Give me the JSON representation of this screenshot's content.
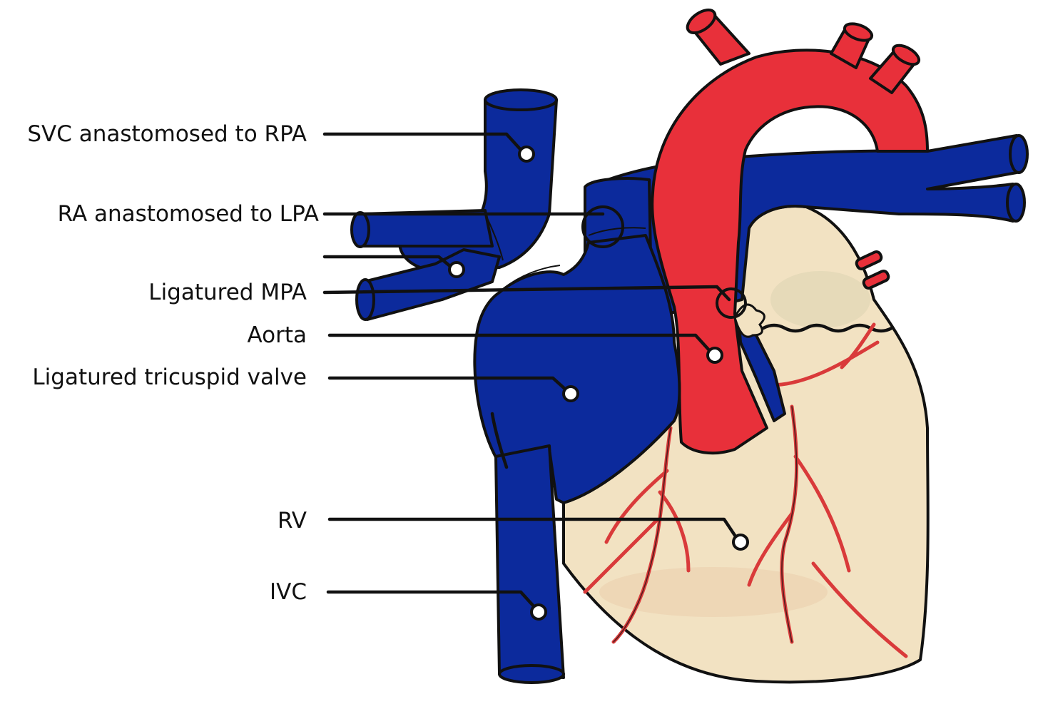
{
  "colors": {
    "deoxygenated": "#0c2a9c",
    "oxygenated": "#e8303a",
    "myocardium": "#f2e2c2",
    "vessel": "#d93a3a",
    "outline": "#111111"
  },
  "labels": {
    "svc": "SVC anastomosed to RPA",
    "ra_lpa": "RA anastomosed to LPA",
    "ligatured_mpa": "Ligatured MPA",
    "aorta": "Aorta",
    "tricuspid": "Ligatured tricuspid valve",
    "rv": "RV",
    "ivc": "IVC"
  }
}
